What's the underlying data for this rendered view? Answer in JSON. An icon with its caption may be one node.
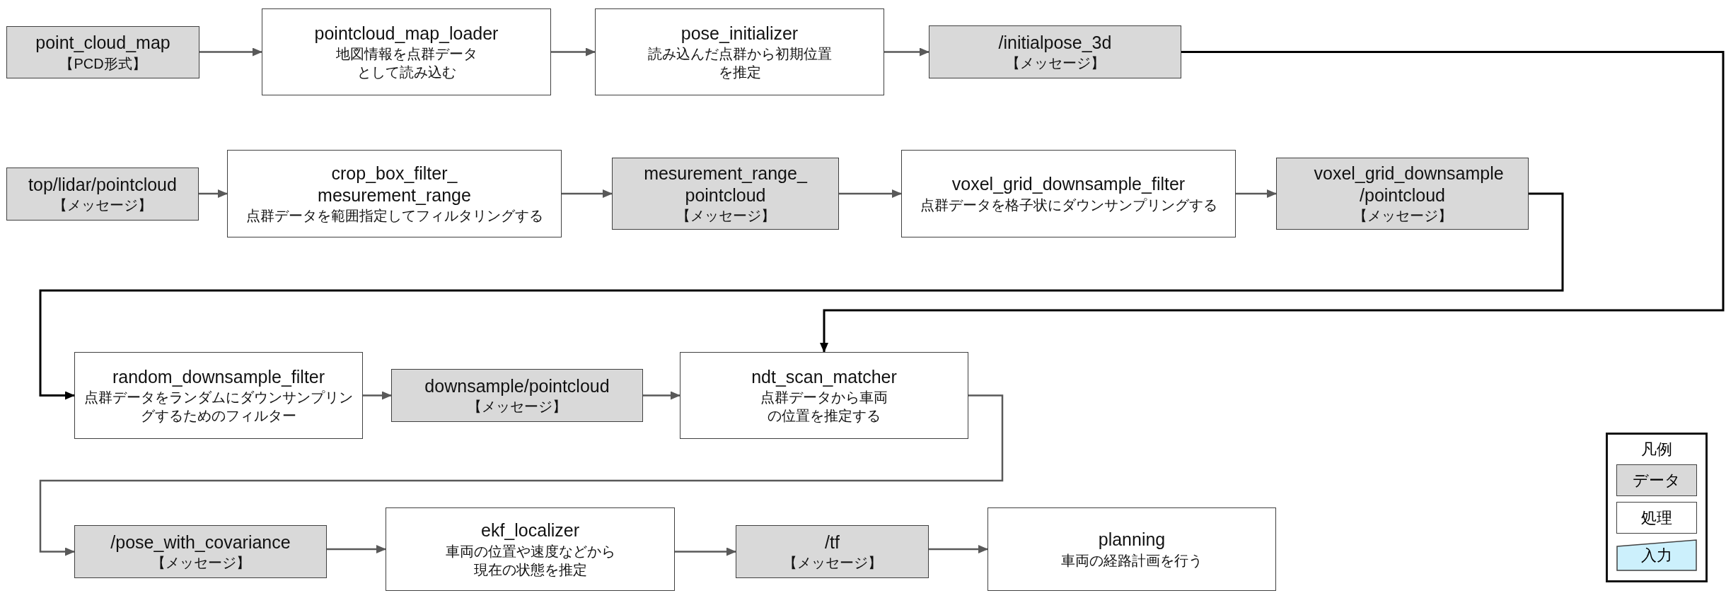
{
  "diagram": {
    "nodes": [
      {
        "text": [
          "point_cloud_map",
          "【PCD形式】"
        ]
      },
      {
        "text": [
          "pointcloud_map_loader",
          "地図情報を点群データとして読み込む"
        ]
      },
      {
        "text": [
          "pose_initializer",
          "読み込んだ点群から初期位置を推定"
        ]
      },
      {
        "text": [
          "/initialpose_3d",
          "【メッセージ】"
        ]
      },
      {
        "text": [
          "top/lidar/pointcloud",
          "【メッセージ】"
        ]
      },
      {
        "text": [
          "crop_box_filter_ mesurement_range",
          "点群データを範囲指定してフィルタリングする"
        ]
      },
      {
        "text": [
          "mesurement_range_ pointcloud",
          "【メッセージ】"
        ]
      },
      {
        "text": [
          "voxel_grid_downsample_filter",
          "点群データを格子状にダウンサンプリングする"
        ]
      },
      {
        "text": [
          "voxel_grid_downsample /pointcloud",
          "【メッセージ】"
        ]
      },
      {
        "text": [
          "random_downsample_filter",
          "点群データをランダムにダウンサンプリングするためのフィルター"
        ]
      },
      {
        "text": [
          "downsample/pointcloud",
          "【メッセージ】"
        ]
      },
      {
        "text": [
          "ndt_scan_matcher",
          "点群データから車両の位置を推定する"
        ]
      },
      {
        "text": [
          "/pose_with_covariance",
          "【メッセージ】"
        ]
      },
      {
        "text": [
          "ekf_localizer",
          "車両の位置や速度などから現在の状態を推定"
        ]
      },
      {
        "text": [
          "/tf",
          "【メッセージ】"
        ]
      },
      {
        "text": [
          "planning",
          "車両の経路計画を行う"
        ]
      }
    ],
    "edges": [
      {
        "from": 0,
        "to": 1,
        "arrow": "to"
      },
      {
        "from": 1,
        "to": 2,
        "arrow": "to"
      },
      {
        "from": 2,
        "to": 3,
        "arrow": "to"
      },
      {
        "from": 3,
        "to": 11,
        "arrow": "to",
        "color": "#000000"
      },
      {
        "from": 4,
        "to": 5,
        "arrow": "to"
      },
      {
        "from": 5,
        "to": 6,
        "arrow": "to"
      },
      {
        "from": 6,
        "to": 7,
        "arrow": "to"
      },
      {
        "from": 7,
        "to": 8,
        "arrow": "to"
      },
      {
        "from": 8,
        "to": 9,
        "arrow": "to",
        "color": "#000000"
      },
      {
        "from": 9,
        "to": 10,
        "arrow": "to"
      },
      {
        "from": 10,
        "to": 11,
        "arrow": "to"
      },
      {
        "from": 11,
        "to": 12,
        "arrow": "to"
      },
      {
        "from": 12,
        "to": 13,
        "arrow": "to"
      },
      {
        "from": 13,
        "to": 14,
        "arrow": "to"
      },
      {
        "from": 14,
        "to": 15,
        "arrow": "to"
      }
    ],
    "labels": [
      "凡例"
    ],
    "legend": [
      {
        "text": "データ",
        "color": "#d9d9d9"
      },
      {
        "text": "処理",
        "color": "#ffffff"
      },
      {
        "text": "入力",
        "color": "#ccf0fc"
      }
    ]
  }
}
